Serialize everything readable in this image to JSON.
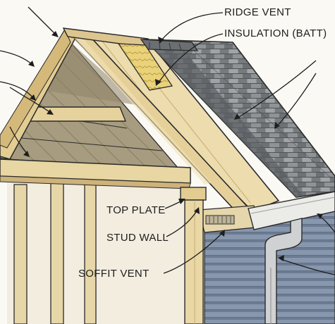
{
  "labels": {
    "ridge_vent": "RIDGE VENT",
    "insulation": "INSULATION (BATT)",
    "top_plate": "TOP PLATE",
    "stud_wall": "STUD WALL",
    "soffit_vent": "SOFFIT VENT"
  },
  "colors": {
    "ink": "#2a2a2a",
    "wood_light": "#ead9ab",
    "wood_mid": "#d9bf86",
    "wood_dark": "#b99a5f",
    "gable_shadow": "#b7ab8c",
    "shingle_light": "#9a9d9e",
    "shingle_dark": "#5d6063",
    "insulation": "#e9d37c",
    "siding": "#7e8ea6",
    "gutter": "#e8e8e6",
    "downspout": "#c9cbcc"
  },
  "icons": {
    "ridge_vent": "ridge-vent-strip",
    "soffit_vent": "soffit-vent-grille"
  }
}
